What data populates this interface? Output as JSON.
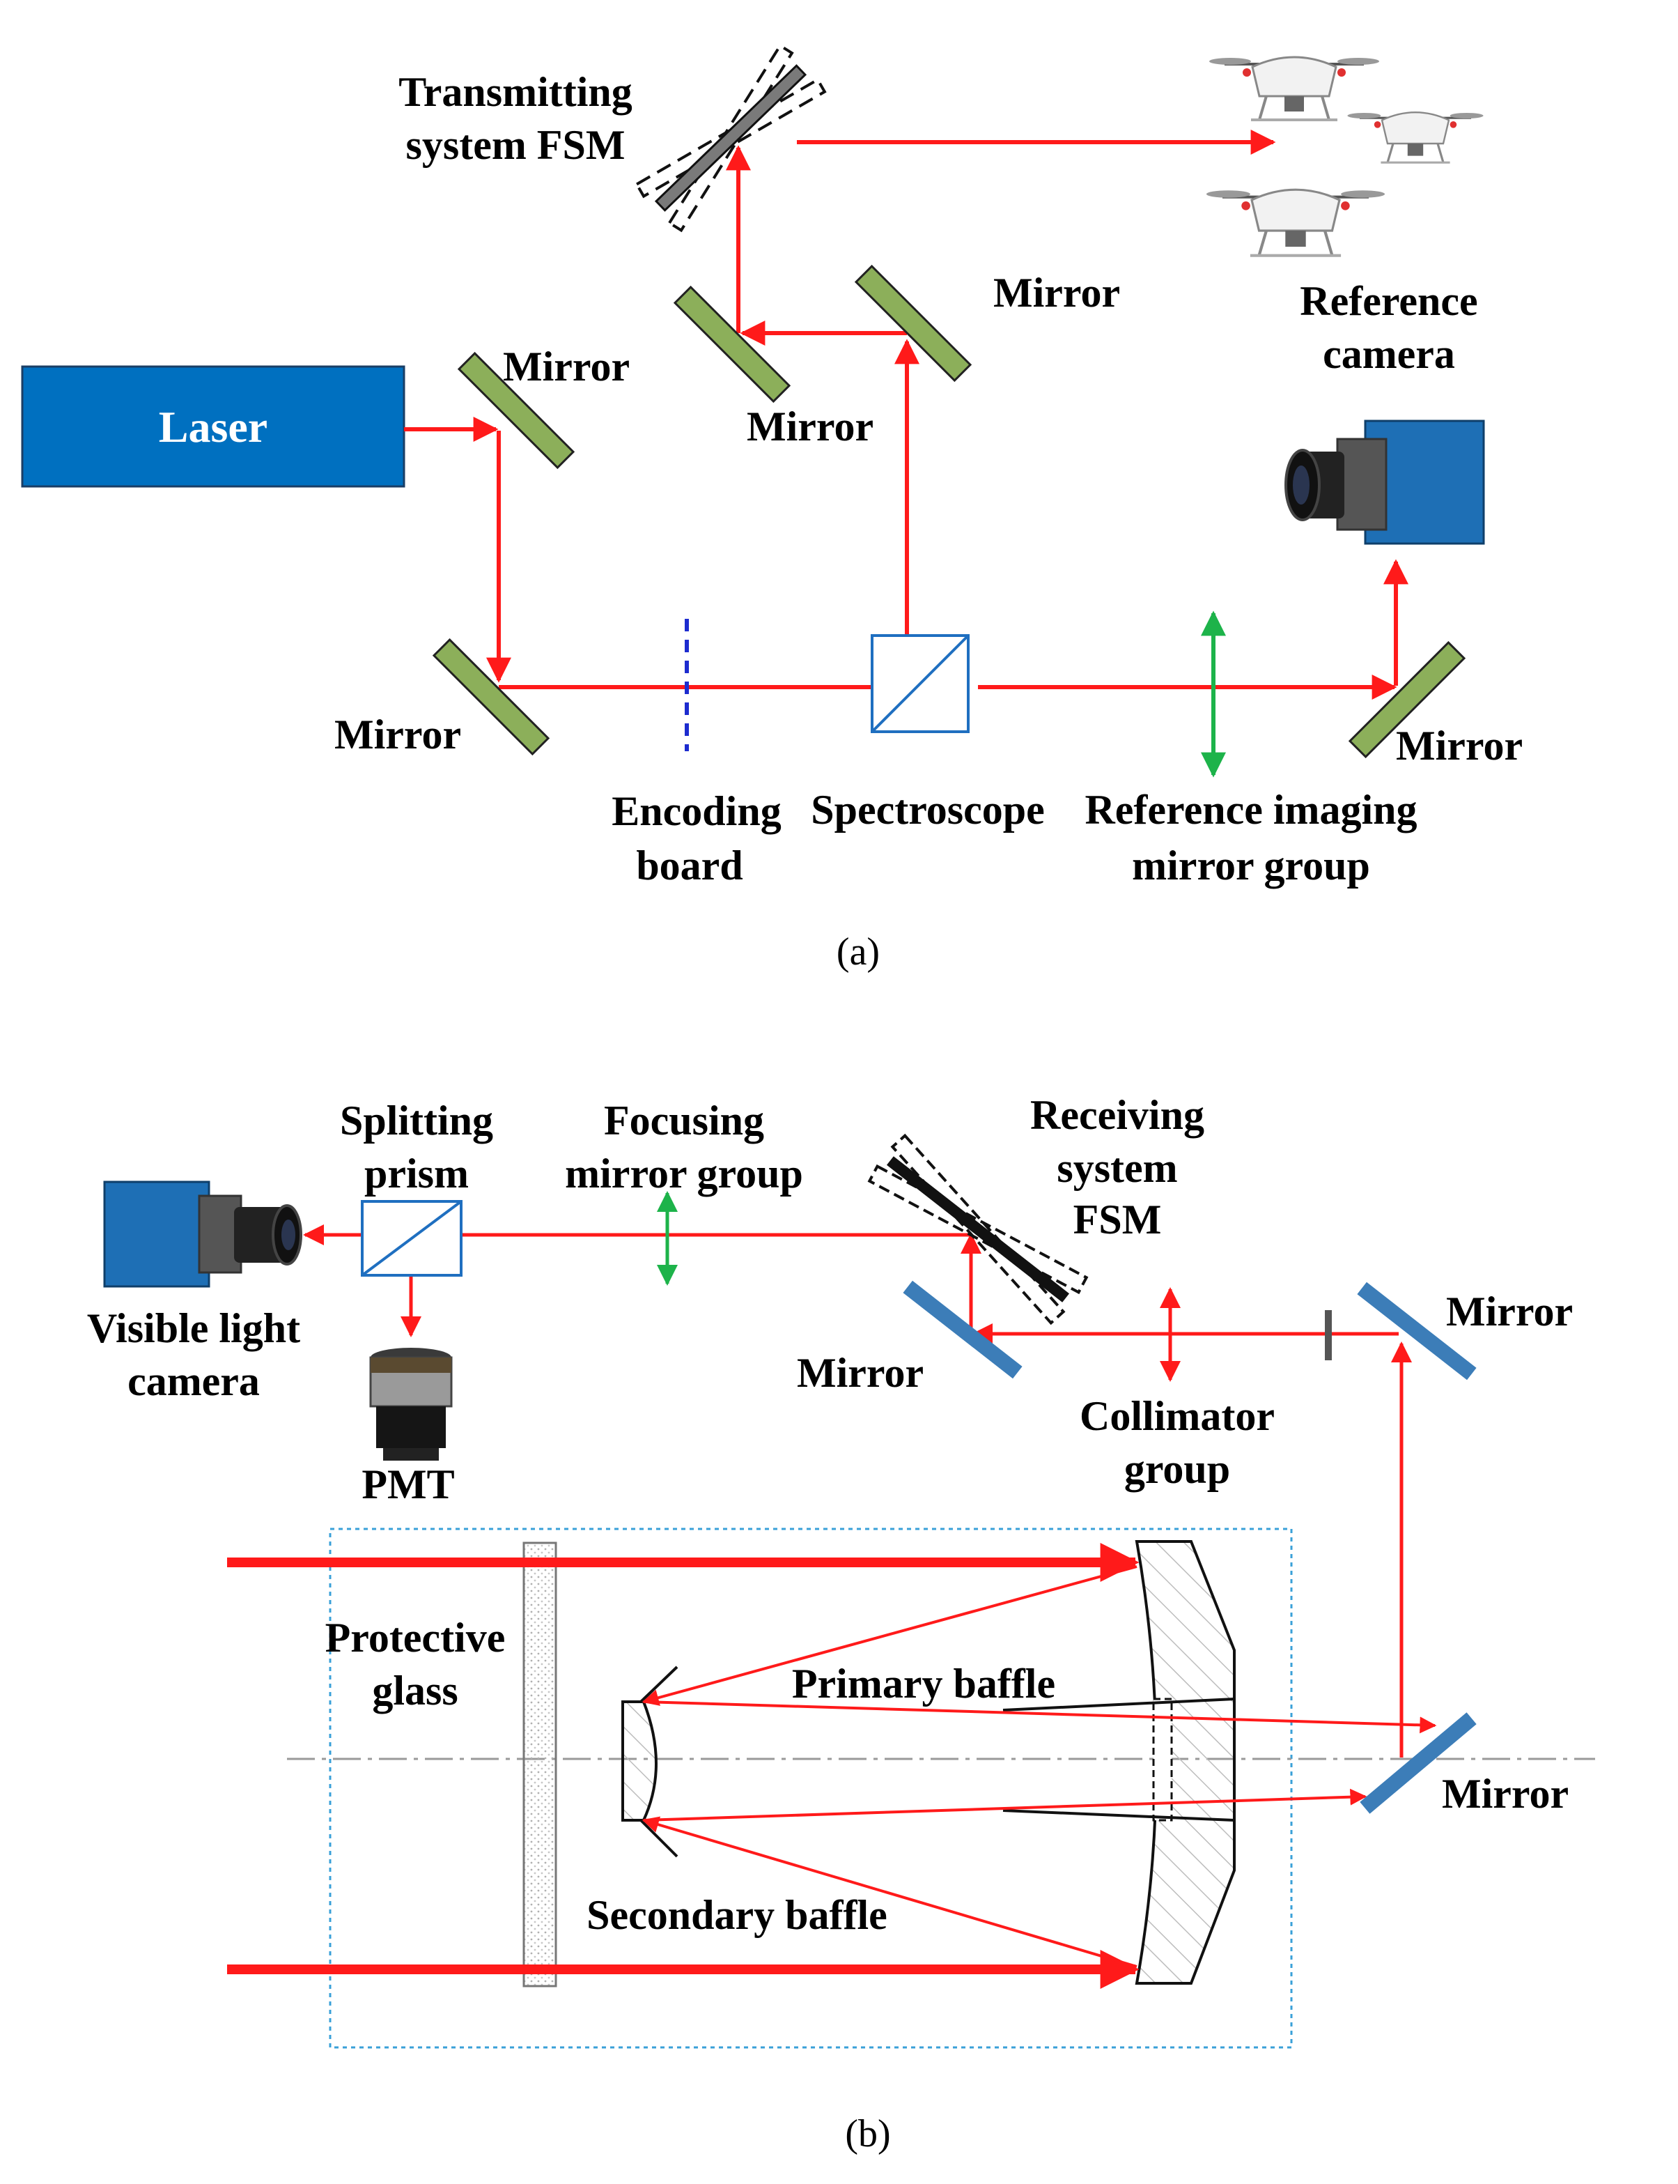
{
  "panel_a": {
    "caption": "(a)",
    "laser": "Laser",
    "tx_fsm": [
      "Transmitting",
      "system FSM"
    ],
    "mirror_tr": "Mirror",
    "mirror_laser": "Mirror",
    "mirror_upper_mid": "Mirror",
    "mirror_lower_left": "Mirror",
    "mirror_right": "Mirror",
    "encoding_board": [
      "Encoding",
      "board"
    ],
    "spectroscope": "Spectroscope",
    "ref_imaging": [
      "Reference imaging",
      "mirror group"
    ],
    "ref_camera": [
      "Reference",
      "camera"
    ]
  },
  "panel_b": {
    "caption": "(b)",
    "splitting_prism": [
      "Splitting",
      "prism"
    ],
    "focusing": [
      "Focusing",
      "mirror group"
    ],
    "rx_fsm": [
      "Receiving",
      "system",
      "FSM"
    ],
    "mirror_right": "Mirror",
    "mirror_fsm": "Mirror",
    "visible_camera": [
      "Visible light",
      "camera"
    ],
    "pmt": "PMT",
    "collimator": [
      "Collimator",
      "group"
    ],
    "protective_glass": [
      "Protective",
      "glass"
    ],
    "primary_baffle": "Primary baffle",
    "secondary_baffle": "Secondary baffle",
    "mirror_bottom": "Mirror"
  },
  "colors": {
    "beam": "#ff1a1a",
    "laser_box": "#0070c0",
    "mirror_green": "#8caf5a",
    "mirror_blue": "#3c7db8",
    "lens_green": "#1db34a",
    "encoder_blue": "#1d2ccf",
    "box_blue": "#1f6fc0"
  }
}
